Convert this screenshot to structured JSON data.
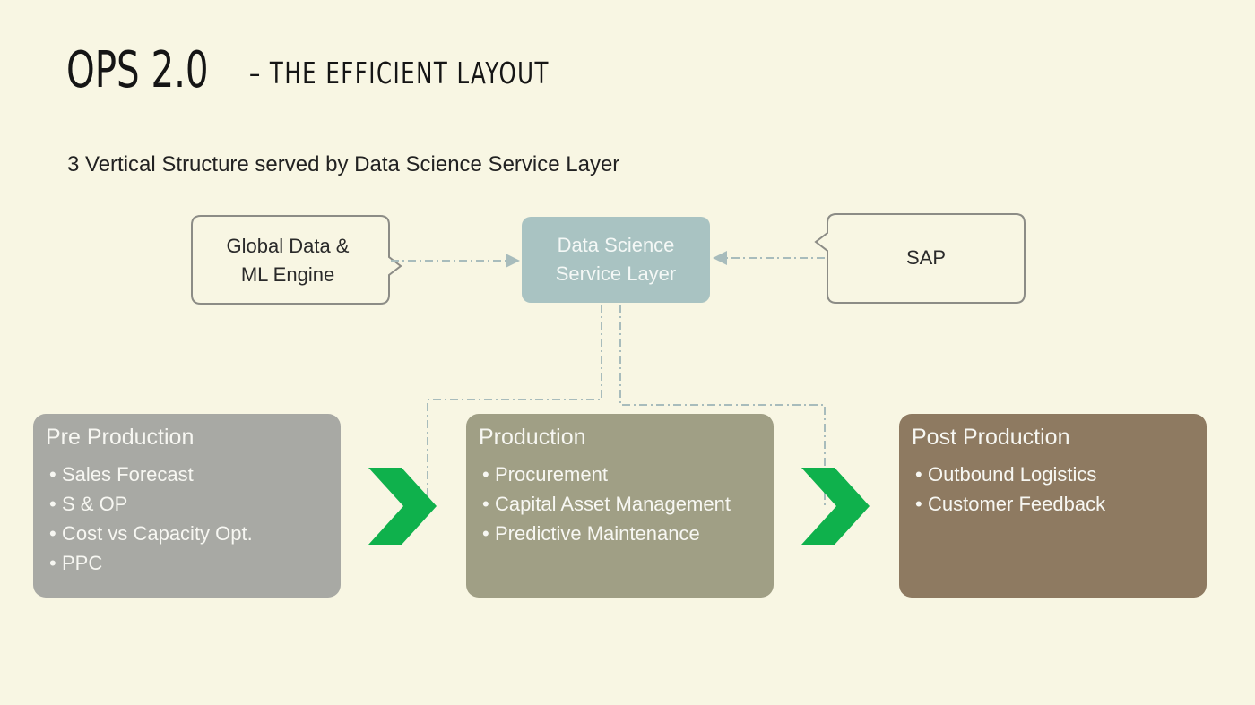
{
  "title": {
    "main": "OPS 2.0",
    "sub": "– THE EFFICIENT LAYOUT"
  },
  "subtitle": "3 Vertical Structure served by Data Science Service Layer",
  "nodes": {
    "global_data": {
      "line1": "Global Data &",
      "line2": "ML  Engine"
    },
    "data_science": {
      "line1": "Data Science",
      "line2": "Service Layer"
    },
    "sap": {
      "label": "SAP"
    }
  },
  "stages": [
    {
      "title": "Pre Production",
      "items": [
        "Sales Forecast",
        "S & OP",
        "Cost vs Capacity Opt.",
        "PPC"
      ]
    },
    {
      "title": "Production",
      "items": [
        "Procurement",
        "Capital Asset Management",
        "Predictive Maintenance"
      ]
    },
    {
      "title": "Post Production",
      "items": [
        "Outbound Logistics",
        "Customer Feedback"
      ]
    }
  ],
  "colors": {
    "background": "#f8f6e3",
    "data_science": "#a9c3c2",
    "pre_production": "#a8a9a4",
    "production": "#a09f85",
    "post_production": "#8e7a61",
    "chevron": "#0fb14c",
    "connector": "#a8bcbc"
  }
}
